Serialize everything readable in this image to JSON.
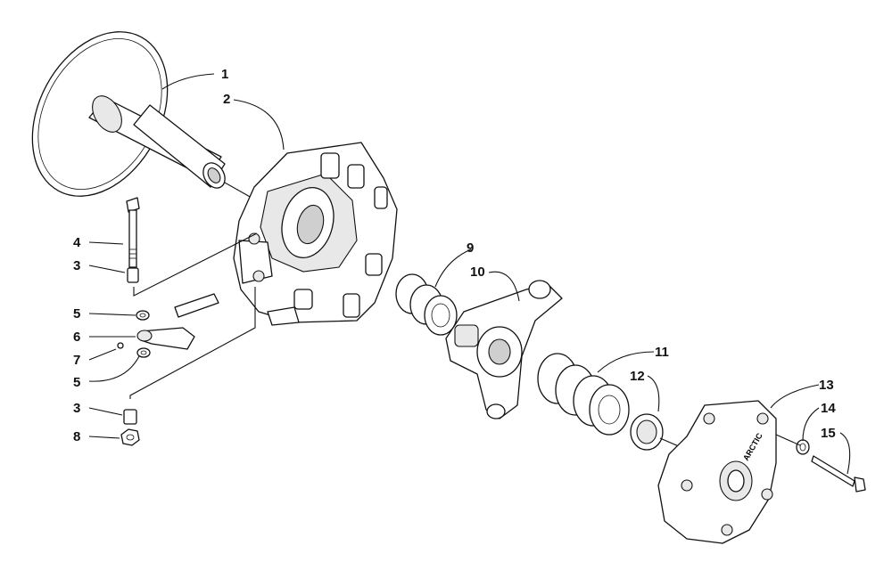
{
  "diagram": {
    "callouts": [
      {
        "id": "c1",
        "text": "1"
      },
      {
        "id": "c2",
        "text": "2"
      },
      {
        "id": "c3a",
        "text": "3"
      },
      {
        "id": "c4",
        "text": "4"
      },
      {
        "id": "c5a",
        "text": "5"
      },
      {
        "id": "c6",
        "text": "6"
      },
      {
        "id": "c7",
        "text": "7"
      },
      {
        "id": "c5b",
        "text": "5"
      },
      {
        "id": "c3b",
        "text": "3"
      },
      {
        "id": "c8",
        "text": "8"
      },
      {
        "id": "c9",
        "text": "9"
      },
      {
        "id": "c10",
        "text": "10"
      },
      {
        "id": "c11",
        "text": "11"
      },
      {
        "id": "c12",
        "text": "12"
      },
      {
        "id": "c13",
        "text": "13"
      },
      {
        "id": "c14",
        "text": "14"
      },
      {
        "id": "c15",
        "text": "15"
      }
    ],
    "stamp_text": "ARCTIC"
  }
}
